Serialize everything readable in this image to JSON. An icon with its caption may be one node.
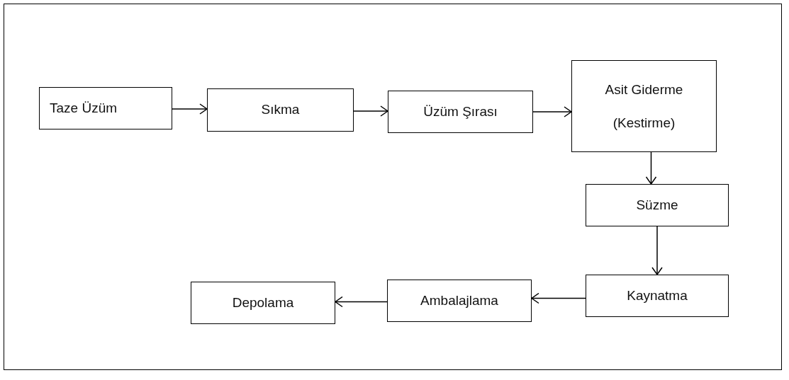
{
  "diagram": {
    "nodes": [
      {
        "text": [
          "Taze Üzüm"
        ]
      },
      {
        "text": [
          "Sıkma"
        ]
      },
      {
        "text": [
          "Üzüm Şırası"
        ]
      },
      {
        "text": [
          "Asit Giderme (Kestirme)"
        ]
      },
      {
        "text": [
          "Süzme"
        ]
      },
      {
        "text": [
          "Kaynatma"
        ]
      },
      {
        "text": [
          "Ambalajlama"
        ]
      },
      {
        "text": [
          "Depolama"
        ]
      }
    ],
    "edges": [
      {
        "from": 0,
        "to": 1,
        "arrow": "to"
      },
      {
        "from": 1,
        "to": 2,
        "arrow": "to"
      },
      {
        "from": 2,
        "to": 3,
        "arrow": "to"
      },
      {
        "from": 3,
        "to": 4,
        "arrow": "to"
      },
      {
        "from": 4,
        "to": 5,
        "arrow": "to"
      },
      {
        "from": 5,
        "to": 6,
        "arrow": "to"
      },
      {
        "from": 6,
        "to": 7,
        "arrow": "to"
      }
    ]
  }
}
